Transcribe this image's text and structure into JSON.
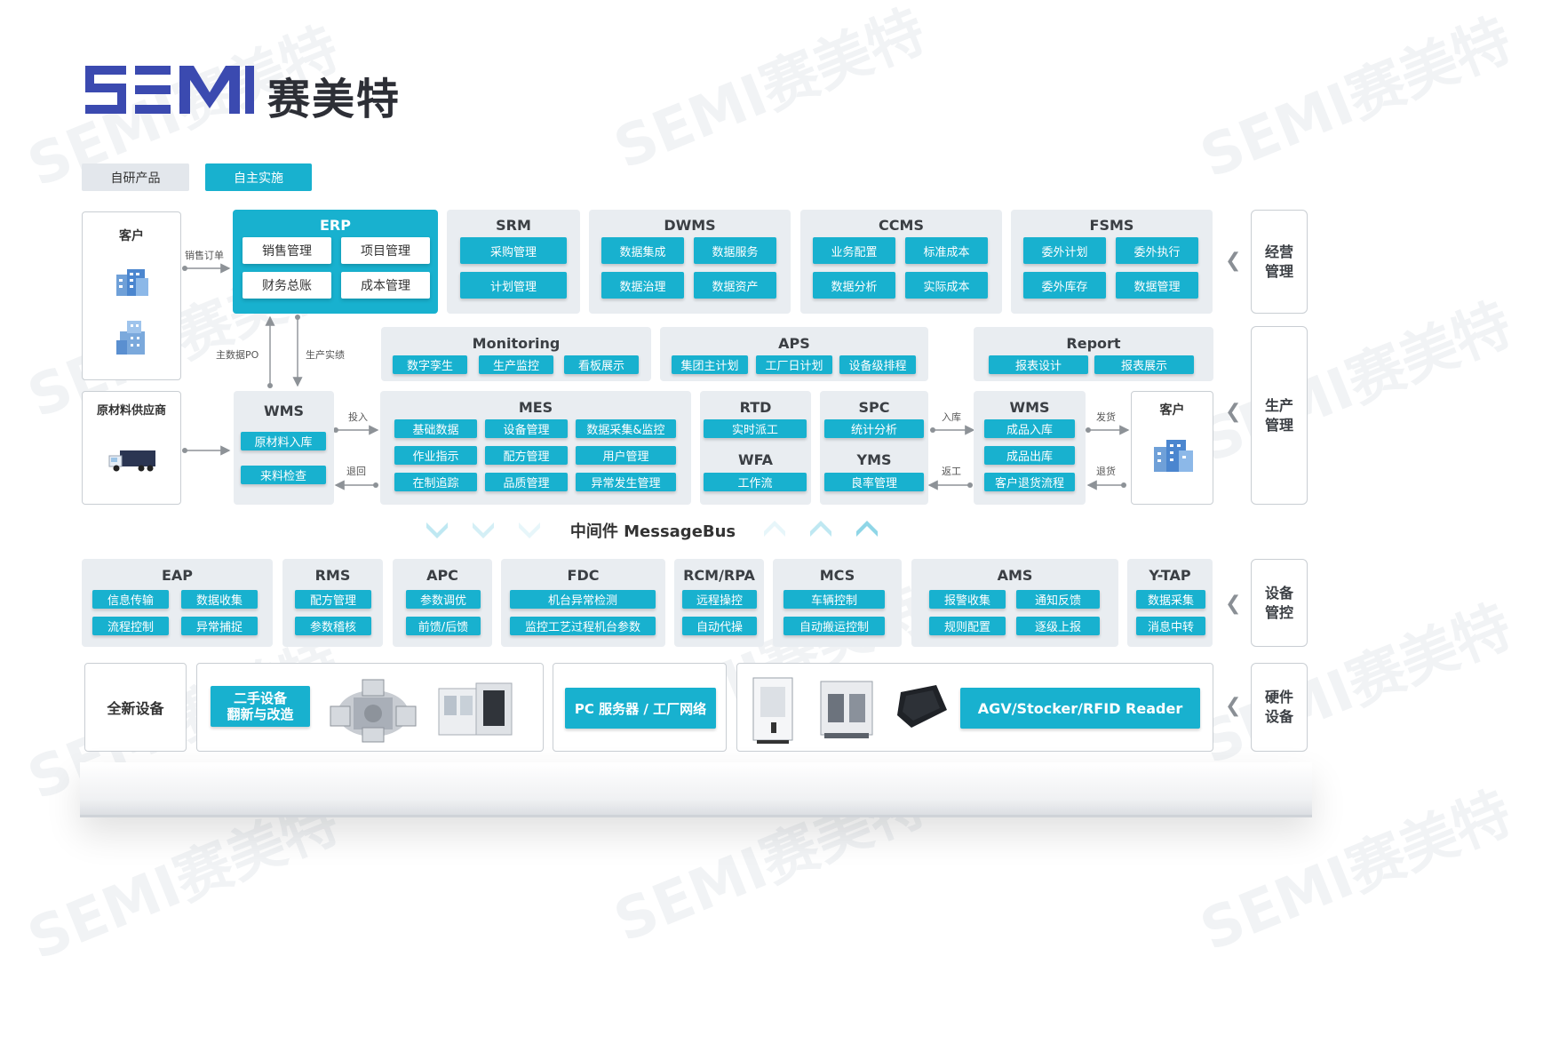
{
  "brand": {
    "logo_text": "SEMI",
    "name_cn": "赛美特",
    "watermark": "SEMI赛美特"
  },
  "legend": {
    "self_developed": "自研产品",
    "self_implemented": "自主实施"
  },
  "colors": {
    "accent": "#18b1cf",
    "panel": "#e9edf1",
    "logo": "#3b4ab0"
  },
  "customer_left": {
    "title": "客户",
    "sales_order": "销售订单",
    "master_po": "主数据PO",
    "production_perf": "生产实绩"
  },
  "supplier": {
    "title": "原材料供应商"
  },
  "erp": {
    "title": "ERP",
    "items": [
      "销售管理",
      "项目管理",
      "财务总账",
      "成本管理"
    ]
  },
  "srm": {
    "title": "SRM",
    "items": [
      "采购管理",
      "计划管理"
    ]
  },
  "dwms": {
    "title": "DWMS",
    "items": [
      "数据集成",
      "数据服务",
      "数据治理",
      "数据资产"
    ]
  },
  "ccms": {
    "title": "CCMS",
    "items": [
      "业务配置",
      "标准成本",
      "数据分析",
      "实际成本"
    ]
  },
  "fsms": {
    "title": "FSMS",
    "items": [
      "委外计划",
      "委外执行",
      "委外库存",
      "数据管理"
    ]
  },
  "monitoring": {
    "title": "Monitoring",
    "items": [
      "数字孪生",
      "生产监控",
      "看板展示"
    ]
  },
  "aps": {
    "title": "APS",
    "items": [
      "集团主计划",
      "工厂日计划",
      "设备级排程"
    ]
  },
  "report": {
    "title": "Report",
    "items": [
      "报表设计",
      "报表展示"
    ]
  },
  "wms_left": {
    "title": "WMS",
    "items": [
      "原材料入库",
      "来料检查"
    ],
    "in_label": "投入",
    "back_label": "退回"
  },
  "mes": {
    "title": "MES",
    "items": [
      "基础数据",
      "设备管理",
      "数据采集&监控",
      "作业指示",
      "配方管理",
      "用户管理",
      "在制追踪",
      "品质管理",
      "异常发生管理"
    ]
  },
  "rtd": {
    "title": "RTD",
    "item": "实时派工"
  },
  "wfa": {
    "title": "WFA",
    "item": "工作流"
  },
  "spc": {
    "title": "SPC",
    "item": "统计分析"
  },
  "yms": {
    "title": "YMS",
    "item": "良率管理"
  },
  "wms_right": {
    "title": "WMS",
    "items": [
      "成品入库",
      "成品出库",
      "客户退货流程"
    ],
    "in_label": "入库",
    "rework_label": "返工",
    "ship_label": "发货",
    "return_label": "退货"
  },
  "customer_right": {
    "title": "客户"
  },
  "middleware": {
    "label": "中间件 MessageBus"
  },
  "eap": {
    "title": "EAP",
    "items": [
      "信息传输",
      "数据收集",
      "流程控制",
      "异常捕捉"
    ]
  },
  "rms": {
    "title": "RMS",
    "items": [
      "配方管理",
      "参数稽核"
    ]
  },
  "apc": {
    "title": "APC",
    "items": [
      "参数调优",
      "前馈/后馈"
    ]
  },
  "fdc": {
    "title": "FDC",
    "items": [
      "机台异常检测",
      "监控工艺过程机台参数"
    ]
  },
  "rcm": {
    "title": "RCM/RPA",
    "items": [
      "远程操控",
      "自动代操"
    ]
  },
  "mcs": {
    "title": "MCS",
    "items": [
      "车辆控制",
      "自动搬运控制"
    ]
  },
  "ams": {
    "title": "AMS",
    "items": [
      "报警收集",
      "通知反馈",
      "规则配置",
      "逐级上报"
    ]
  },
  "ytap": {
    "title": "Y-TAP",
    "items": [
      "数据采集",
      "消息中转"
    ]
  },
  "hardware": {
    "new_equipment": "全新设备",
    "refurb": "二手设备\n翻新与改造",
    "pc_server": "PC 服务器 / 工厂网络",
    "agv": "AGV/Stocker/RFID Reader"
  },
  "side_labels": {
    "business": "经营\n管理",
    "production": "生产\n管理",
    "equipment": "设备\n管控",
    "hardware": "硬件\n设备"
  }
}
